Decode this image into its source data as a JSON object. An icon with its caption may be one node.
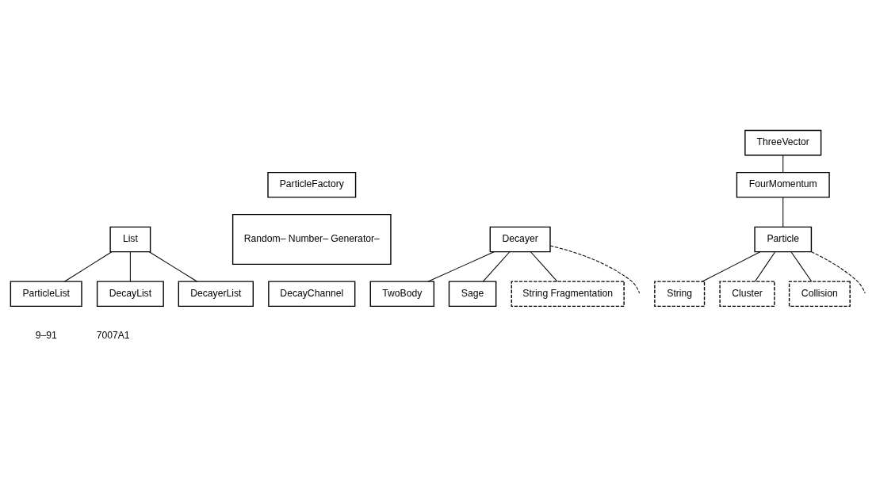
{
  "diagram": {
    "nodes": [
      {
        "text": [
          "List"
        ]
      },
      {
        "text": [
          "ParticleList"
        ]
      },
      {
        "text": [
          "DecayList"
        ]
      },
      {
        "text": [
          "DecayerList"
        ]
      },
      {
        "text": [
          "ParticleFactory"
        ]
      },
      {
        "text": [
          "Random– Number– Generator–"
        ]
      },
      {
        "text": [
          "DecayChannel"
        ]
      },
      {
        "text": [
          "Decayer"
        ]
      },
      {
        "text": [
          "TwoBody"
        ]
      },
      {
        "text": [
          "Sage"
        ]
      },
      {
        "text": [
          "String Fragmentation"
        ]
      },
      {
        "text": [
          "ThreeVector"
        ]
      },
      {
        "text": [
          "FourMomentum"
        ]
      },
      {
        "text": [
          "Particle"
        ]
      },
      {
        "text": [
          "String"
        ]
      },
      {
        "text": [
          "Cluster"
        ]
      },
      {
        "text": [
          "Collision"
        ]
      }
    ],
    "edges": [
      {
        "from": 0,
        "to": 1,
        "arrow": "none"
      },
      {
        "from": 0,
        "to": 2,
        "arrow": "none"
      },
      {
        "from": 0,
        "to": 3,
        "arrow": "none"
      },
      {
        "from": 7,
        "to": 8,
        "arrow": "none"
      },
      {
        "from": 7,
        "to": 9,
        "arrow": "none"
      },
      {
        "from": 7,
        "to": 10,
        "arrow": "none"
      },
      {
        "from": 7,
        "to": null,
        "arrow": "none",
        "style": "dashed"
      },
      {
        "from": 11,
        "to": 12,
        "arrow": "none"
      },
      {
        "from": 12,
        "to": 13,
        "arrow": "none"
      },
      {
        "from": 13,
        "to": 14,
        "arrow": "none"
      },
      {
        "from": 13,
        "to": 15,
        "arrow": "none"
      },
      {
        "from": 13,
        "to": 16,
        "arrow": "none"
      },
      {
        "from": 13,
        "to": null,
        "arrow": "none",
        "style": "dashed"
      }
    ],
    "labels": [
      "9–91",
      "7007A1"
    ]
  }
}
